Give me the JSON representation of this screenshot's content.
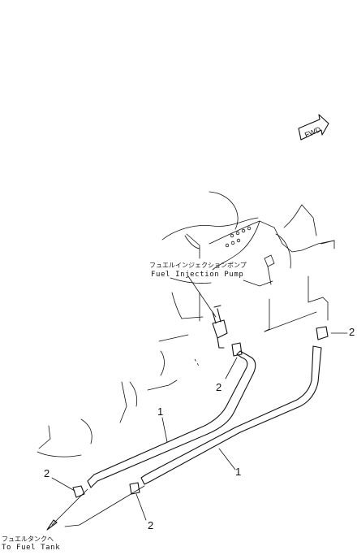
{
  "fwd_marker": "FWD",
  "labels": {
    "pump_jp": "フュエルインジェクションポンプ",
    "pump_en": "Fuel Injection Pump",
    "tank_jp": "フュエルタンクへ",
    "tank_en": "To Fuel Tank"
  },
  "callouts": {
    "hose_upper": "1",
    "hose_lower": "1",
    "clamp_left": "2",
    "clamp_mid": "2",
    "clamp_pump": "2",
    "clamp_right": "2"
  }
}
